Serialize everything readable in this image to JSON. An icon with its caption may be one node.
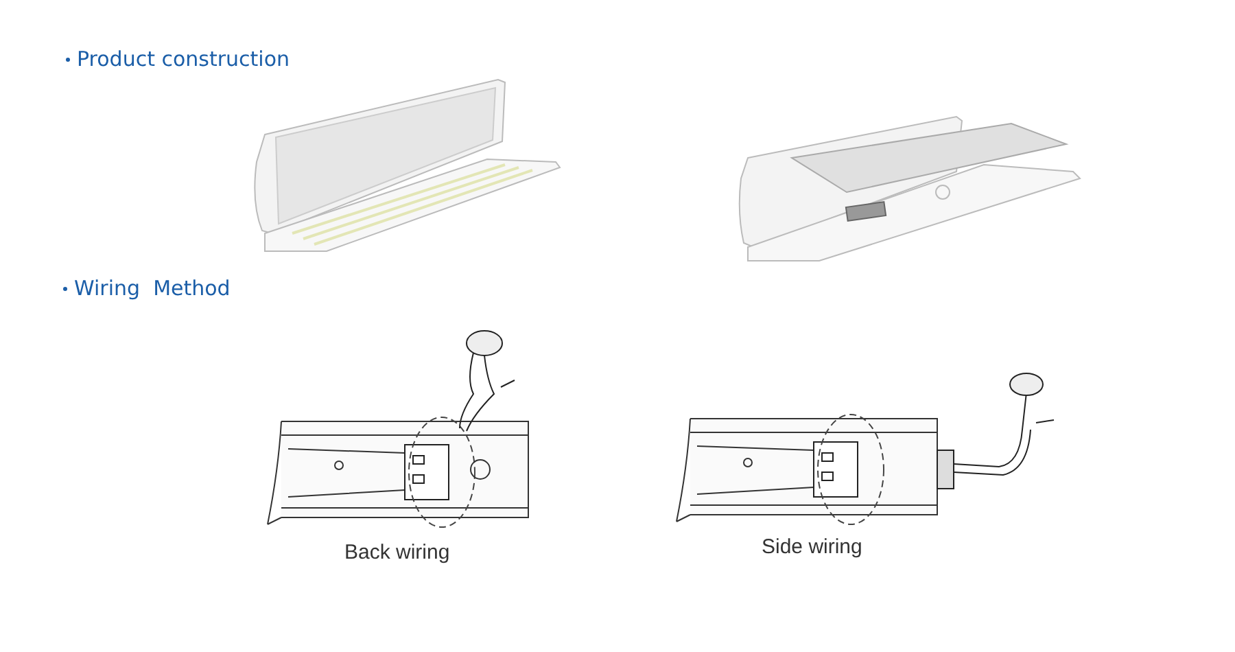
{
  "diagram": {
    "labels": [
      "Product construction",
      "Wiring  Method",
      "Back wiring",
      "Side wiring"
    ]
  }
}
